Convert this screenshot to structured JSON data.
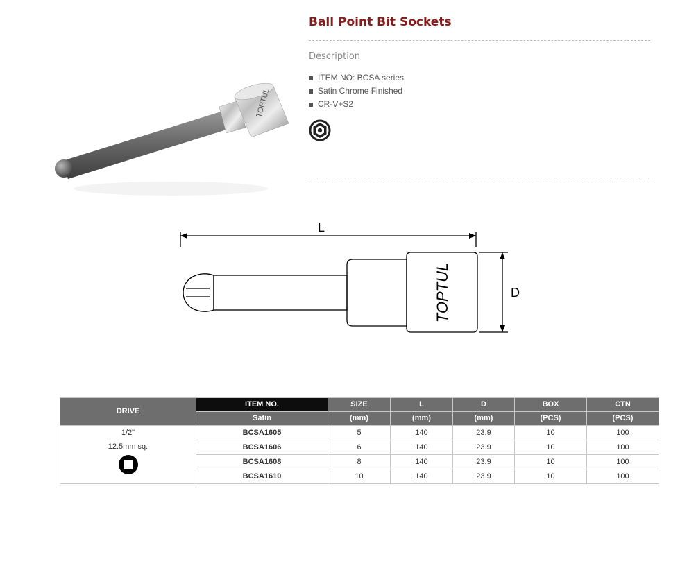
{
  "product": {
    "title": "Ball Point Bit Sockets",
    "description_heading": "Description",
    "specs": [
      "ITEM NO: BCSA series",
      "Satin Chrome Finished",
      "CR-V+S2"
    ],
    "profile_icon": "hex-socket-icon"
  },
  "drawing": {
    "length_label": "L",
    "diameter_label": "D",
    "brand_mark": "TOPTUL"
  },
  "table": {
    "headers": {
      "drive": "DRIVE",
      "item_no": "ITEM NO.",
      "finish": "Satin",
      "size": "SIZE",
      "size_unit": "(mm)",
      "l": "L",
      "l_unit": "(mm)",
      "d": "D",
      "d_unit": "(mm)",
      "box": "BOX",
      "box_unit": "(PCS)",
      "ctn": "CTN",
      "ctn_unit": "(PCS)"
    },
    "drive": {
      "size": "1/2\"",
      "metric": "12.5mm sq.",
      "icon": "square-drive-icon"
    },
    "rows": [
      {
        "item": "BCSA1605",
        "size": "5",
        "l": "140",
        "d": "23.9",
        "box": "10",
        "ctn": "100"
      },
      {
        "item": "BCSA1606",
        "size": "6",
        "l": "140",
        "d": "23.9",
        "box": "10",
        "ctn": "100"
      },
      {
        "item": "BCSA1608",
        "size": "8",
        "l": "140",
        "d": "23.9",
        "box": "10",
        "ctn": "100"
      },
      {
        "item": "BCSA1610",
        "size": "10",
        "l": "140",
        "d": "23.9",
        "box": "10",
        "ctn": "100"
      }
    ]
  },
  "colors": {
    "title": "#8b1a1a",
    "header_gray": "#6e6e6e",
    "header_black": "#0d0d0d"
  }
}
